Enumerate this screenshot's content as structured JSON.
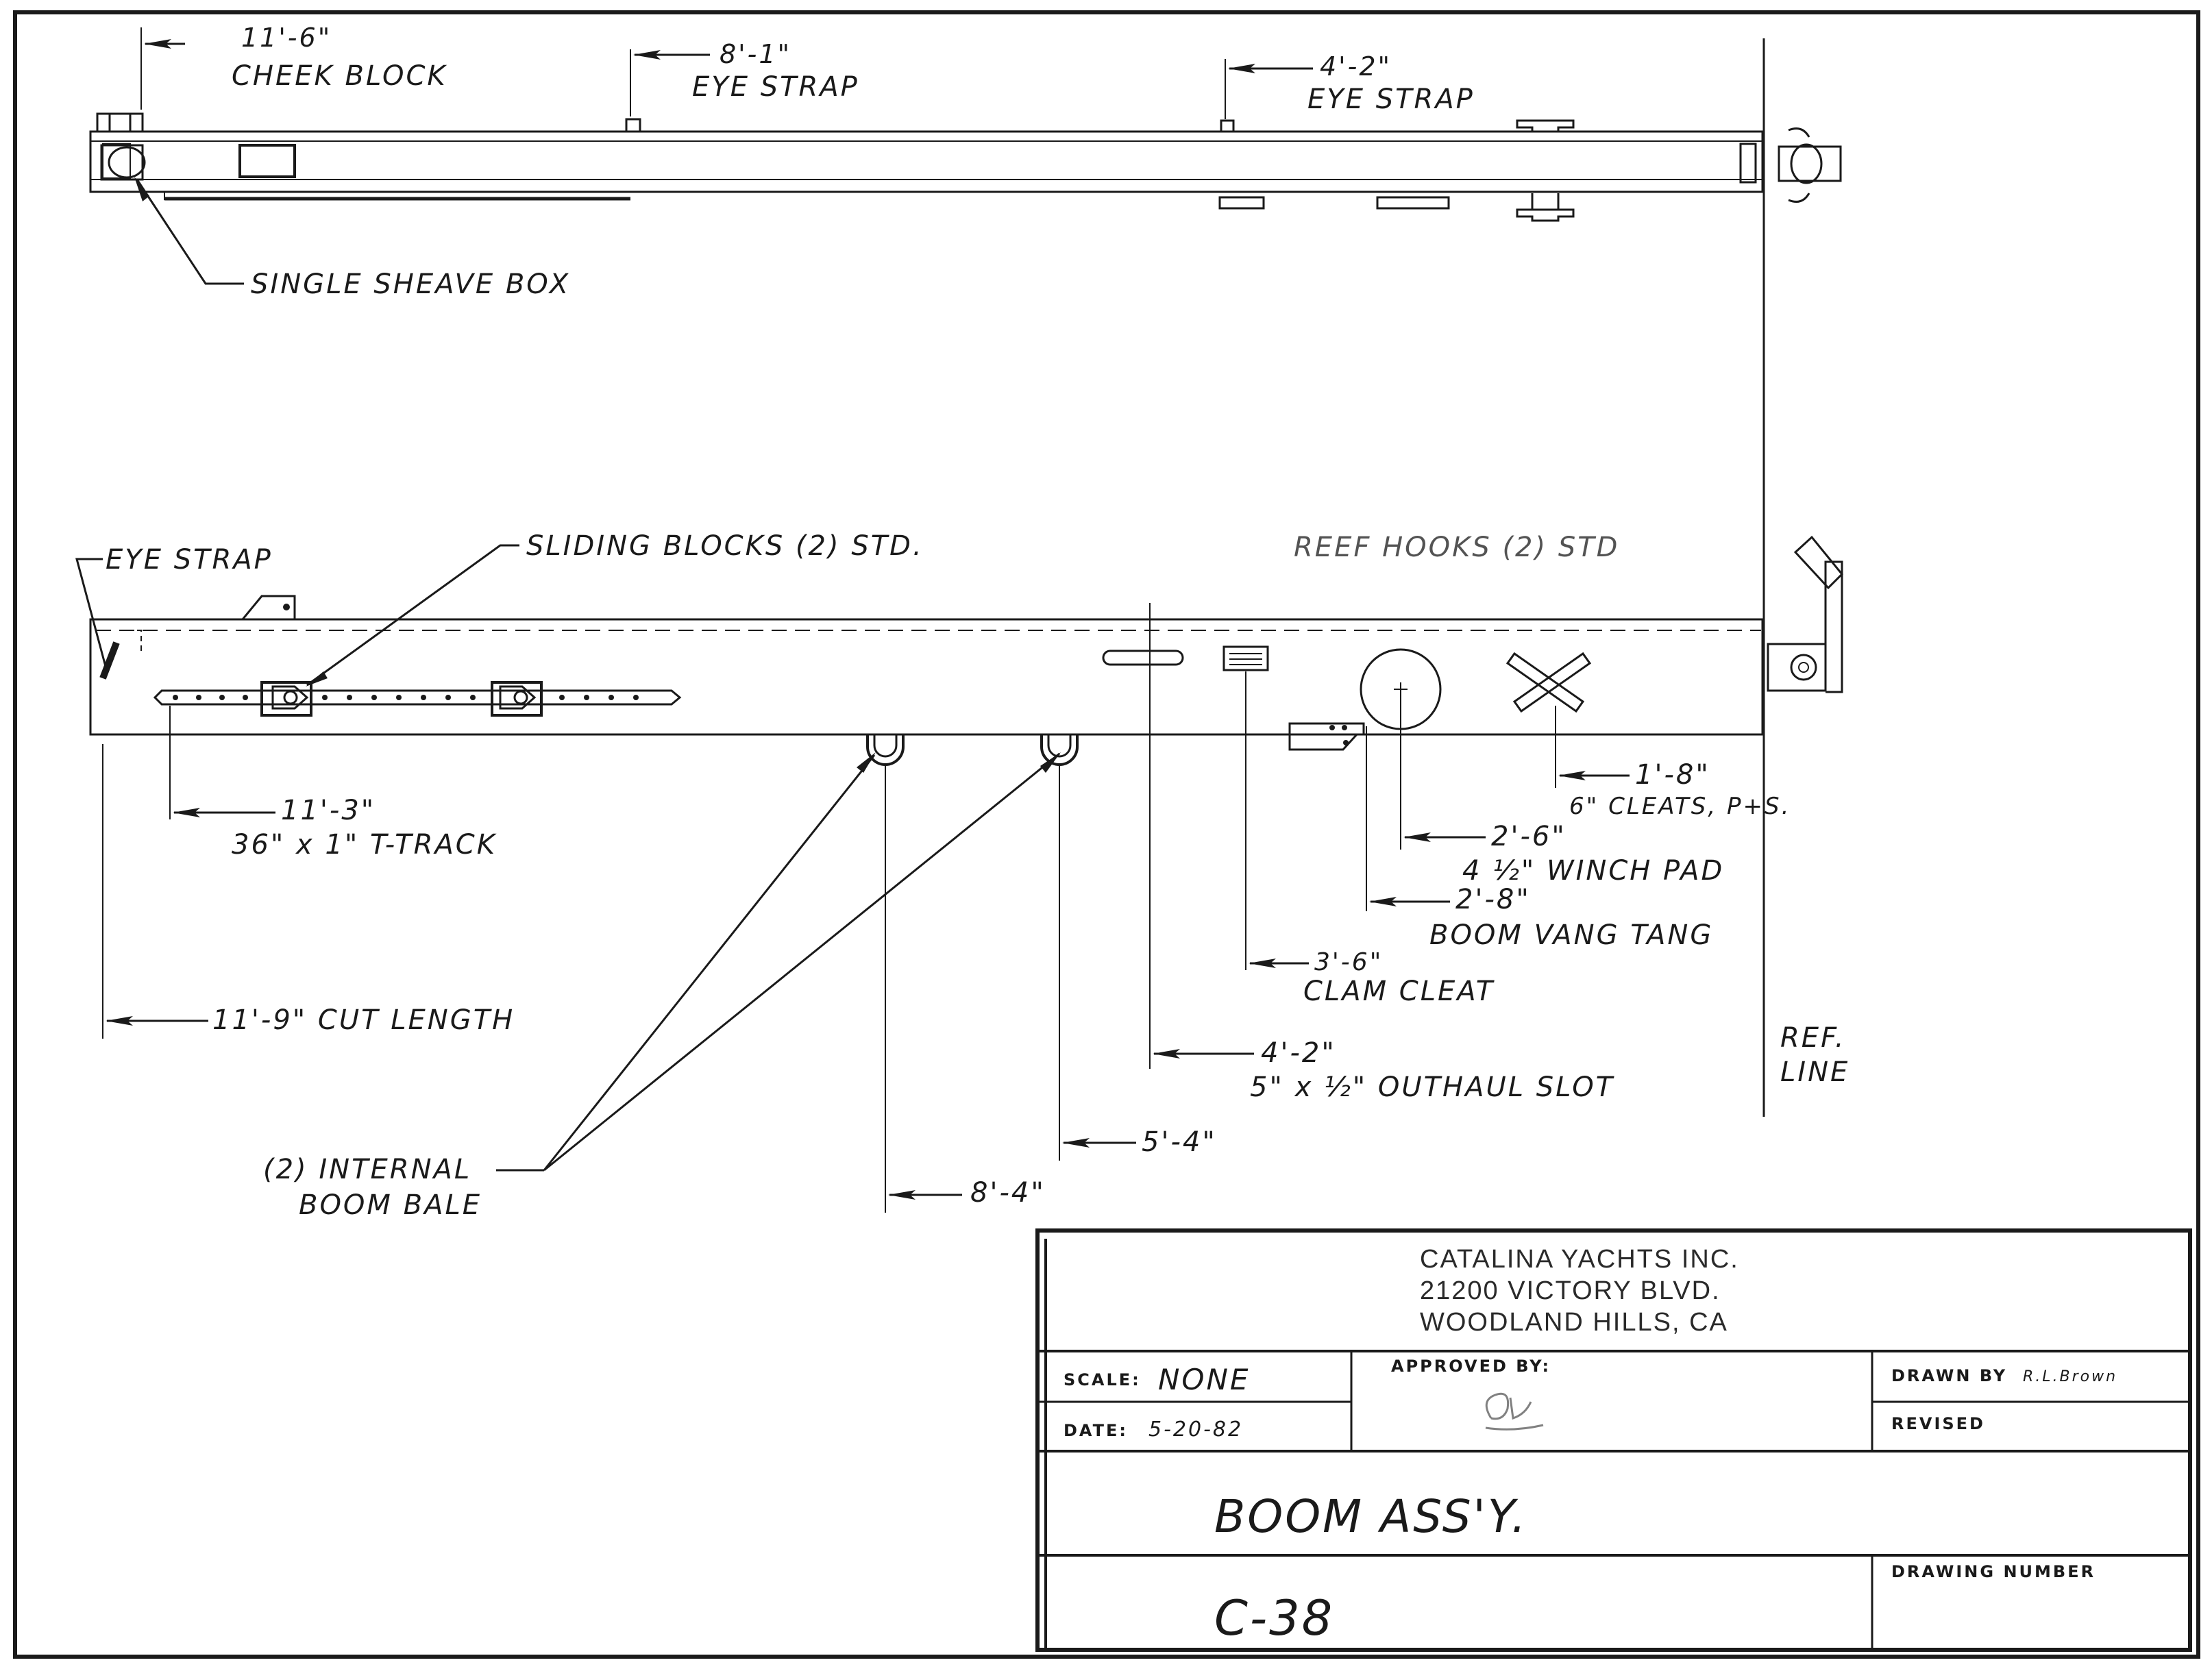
{
  "top_view": {
    "cheek_block": {
      "dim": "11'-6\"",
      "label": "CHEEK BLOCK"
    },
    "eye_strap_a": {
      "dim": "8'-1\"",
      "label": "EYE STRAP"
    },
    "eye_strap_b": {
      "dim": "4'-2\"",
      "label": "EYE STRAP"
    },
    "sheave_box": {
      "label": "SINGLE SHEAVE BOX"
    }
  },
  "side_view": {
    "eye_strap": {
      "label": "EYE STRAP"
    },
    "sliding_blocks": {
      "label": "SLIDING BLOCKS (2) STD."
    },
    "reef_hooks": {
      "label": "REEF HOOKS (2) STD"
    },
    "t_track": {
      "dim": "11'-3\"",
      "label": "36\" x 1\" T-TRACK"
    },
    "cut_length": {
      "label": "11'-9\" CUT LENGTH"
    },
    "boom_bale": {
      "line1": "(2) INTERNAL",
      "line2": "BOOM BALE"
    },
    "bale_dim_1": {
      "dim": "5'-4\""
    },
    "bale_dim_2": {
      "dim": "8'-4\""
    },
    "cleats": {
      "dim": "1'-8\"",
      "label": "6\" CLEATS, P+S."
    },
    "winch_pad": {
      "dim": "2'-6\"",
      "label": "4 ½\" WINCH PAD"
    },
    "vang_tang": {
      "dim": "2'-8\"",
      "label": "BOOM VANG TANG"
    },
    "clam_cleat": {
      "dim": "3'-6\"",
      "label": "CLAM CLEAT"
    },
    "outhaul_slot": {
      "dim": "4'-2\"",
      "label": "5\" x ½\" OUTHAUL SLOT"
    },
    "ref_line": {
      "line1": "REF.",
      "line2": "LINE"
    }
  },
  "title_block": {
    "company": {
      "name": "CATALINA YACHTS INC.",
      "address1": "21200 VICTORY BLVD.",
      "address2": "WOODLAND HILLS, CA"
    },
    "scale": {
      "label": "SCALE:",
      "value": "NONE"
    },
    "date": {
      "label": "DATE:",
      "value": "5-20-82"
    },
    "approved": {
      "label": "APPROVED BY:"
    },
    "drawn": {
      "label": "DRAWN BY",
      "value": "R.L.Brown"
    },
    "revised": {
      "label": "REVISED"
    },
    "title": "BOOM ASS'Y.",
    "number": {
      "label": "DRAWING NUMBER",
      "value": "C-38"
    }
  },
  "colors": {
    "ink": "#1a1a1a",
    "paper": "#ffffff"
  }
}
